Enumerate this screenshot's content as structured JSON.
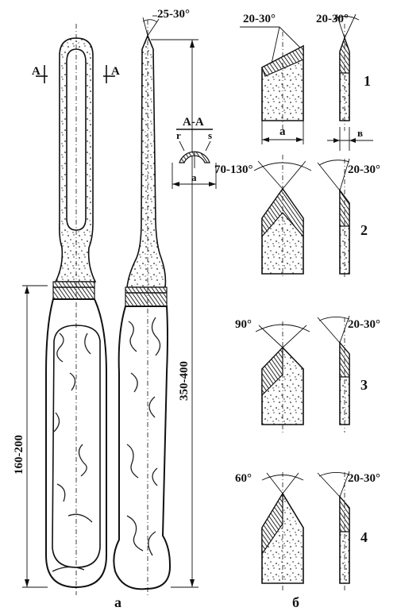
{
  "view_a": {
    "section_mark_left": "A",
    "section_mark_right": "A",
    "section_title": "A-A",
    "section_r": "r",
    "section_s": "s",
    "section_a": "a",
    "tip_angle": "25-30°",
    "dim_total": "350-400",
    "dim_handle": "160-200",
    "caption": "а"
  },
  "view_b": {
    "caption": "б",
    "row1": {
      "number": "1",
      "angle_front": "20-30°",
      "angle_side": "20-30°",
      "width_a": "a",
      "thickness_b": "в"
    },
    "row2": {
      "number": "2",
      "angle_front": "70-130°",
      "angle_side": "20-30°"
    },
    "row3": {
      "number": "3",
      "angle_front": "90°",
      "angle_side": "20-30°"
    },
    "row4": {
      "number": "4",
      "angle_front": "60°",
      "angle_side": "20-30°"
    }
  }
}
